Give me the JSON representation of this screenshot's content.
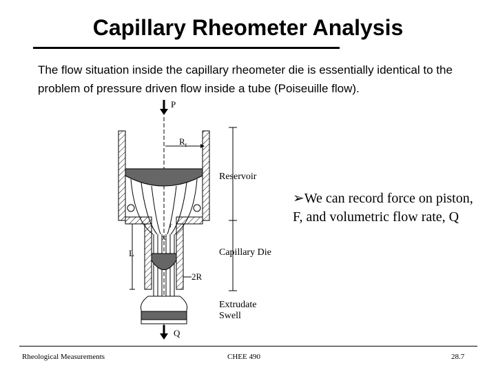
{
  "slide": {
    "title": "Capillary Rheometer Analysis",
    "intro": "The flow situation inside the capillary rheometer die is essentially identical to the problem of pressure driven flow inside a tube (Poiseuille flow).",
    "bullet": "We can record force on piston, F, and volumetric flow rate, Q"
  },
  "diagram": {
    "label_p": "P",
    "label_rr": "R",
    "label_rr_sub": "r",
    "label_reservoir": "Reservoir",
    "label_r": "r",
    "label_x": "x",
    "label_l": "L",
    "label_capillary_die": "Capillary Die",
    "label_2r": "2R",
    "label_extrudate": "Extrudate",
    "label_swell": "Swell",
    "label_q": "Q"
  },
  "footer": {
    "left": "Rheological Measurements",
    "center": "CHEE 490",
    "right": "28.7"
  }
}
